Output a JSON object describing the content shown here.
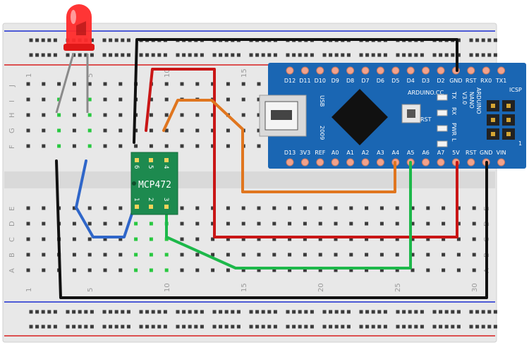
{
  "colors": {
    "board": "#e6e6e6",
    "rail_blue": "#1a2ccf",
    "rail_red": "#d81f1f",
    "nano": "#1a66b3",
    "chip": "#1d8a4f",
    "wire_black": "#111111",
    "wire_red": "#c91616",
    "wire_orange": "#e0761f",
    "wire_green": "#1db84a",
    "wire_blue": "#2f66c9",
    "led_red": "#ff2a2a"
  },
  "breadboard": {
    "col_numbers": [
      "1",
      "5",
      "10",
      "15",
      "20",
      "25",
      "30"
    ],
    "row_letters_top": [
      "J",
      "I",
      "H",
      "G",
      "F"
    ],
    "row_letters_bottom": [
      "E",
      "D",
      "C",
      "B",
      "A"
    ]
  },
  "mcp4725": {
    "label": "MCP472",
    "pins_top": [
      "6",
      "5",
      "4"
    ],
    "pins_bottom": [
      "1",
      "2",
      "3"
    ]
  },
  "arduino_nano": {
    "top_pins": [
      "D12",
      "D11",
      "D10",
      "D9",
      "D8",
      "D7",
      "D6",
      "D5",
      "D4",
      "D3",
      "D2",
      "GND",
      "RST",
      "RX0",
      "TX1"
    ],
    "bottom_pins": [
      "D13",
      "3V3",
      "REF",
      "A0",
      "A1",
      "A2",
      "A3",
      "A4",
      "A5",
      "A6",
      "A7",
      "5V",
      "RST",
      "GND",
      "VIN"
    ],
    "usb_label": "USB",
    "year": "2009",
    "brand": "ARDUINO.CC",
    "model_lines": [
      "ARDUINO",
      "NANO",
      "V3.0"
    ],
    "rst_label": "RST",
    "leds": [
      "TX",
      "RX",
      "PWR",
      "L"
    ],
    "icsp_label": "ICSP",
    "one_label": "1"
  }
}
